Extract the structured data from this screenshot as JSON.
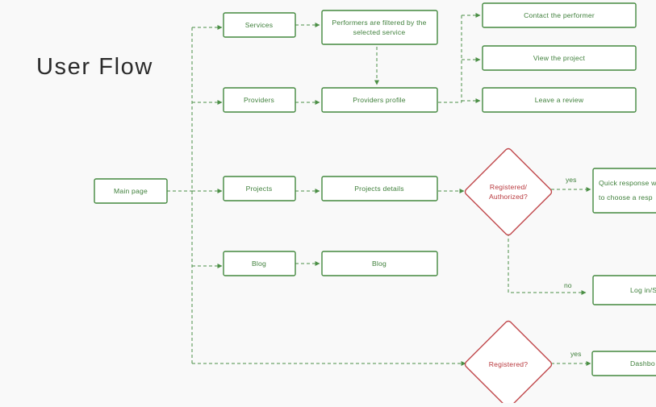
{
  "title": "User Flow",
  "colors": {
    "background": "#f9f9f9",
    "node_stroke": "#43883e",
    "node_text": "#3e7f3a",
    "decision_stroke": "#c0474b",
    "decision_text": "#b8383d",
    "edge": "#4c8f46"
  },
  "nodes": {
    "main_page": "Main page",
    "services": "Services",
    "providers": "Providers",
    "projects": "Projects",
    "blog": "Blog",
    "performers_filtered": [
      "Performers are filtered by the",
      "selected service"
    ],
    "providers_profile": "Providers profile",
    "projects_details": "Projects details",
    "blog_page": "Blog",
    "contact_performer": "Contact the performer",
    "view_project": "View the project",
    "leave_review": "Leave a review",
    "registered_authorized": [
      "Registered/",
      "Authorized?"
    ],
    "registered": "Registered?",
    "quick_response": [
      "Quick response w",
      "to choose a resp"
    ],
    "login": "Log in/S",
    "dashboard": "Dashbo"
  },
  "edge_labels": {
    "yes_top": "yes",
    "no": "no",
    "yes_bottom": "yes"
  }
}
